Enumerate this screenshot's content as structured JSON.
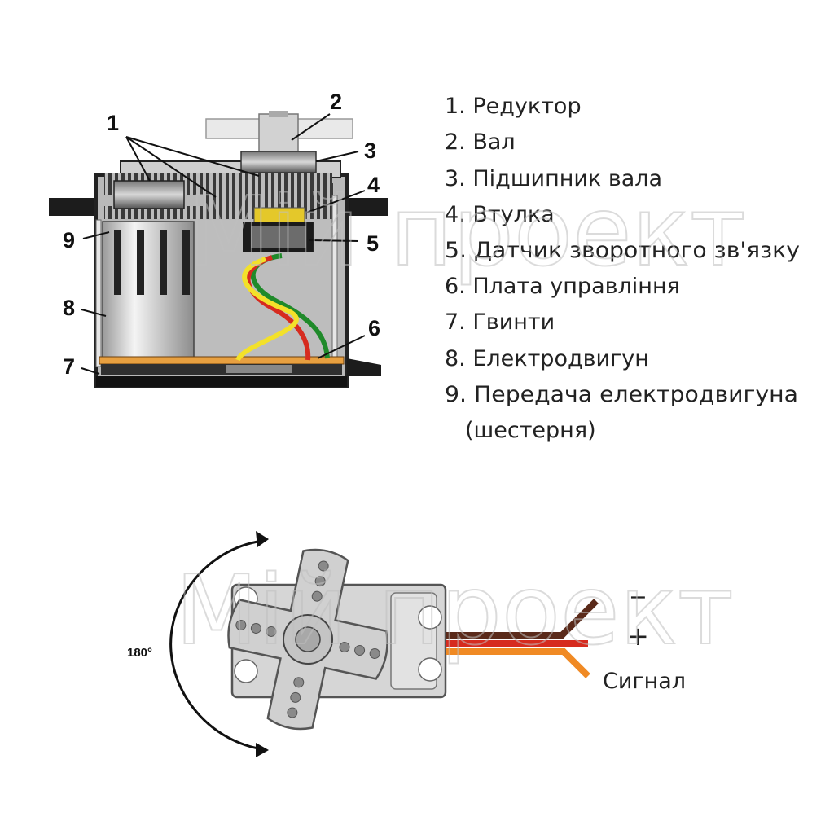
{
  "legend": {
    "items": [
      "1. Редуктор",
      "2. Вал",
      "3. Підшипник вала",
      "4. Втулка",
      "5. Датчик зворотного зв'язку",
      "6. Плата управління",
      "7. Гвинти",
      "8. Електродвигун",
      "9. Передача електродвигуна",
      "(шестерня)"
    ]
  },
  "callouts": [
    "1",
    "2",
    "3",
    "4",
    "5",
    "6",
    "7",
    "8",
    "9"
  ],
  "rotation": {
    "angle_label": "180°"
  },
  "wires": {
    "minus_label": "−",
    "plus_label": "+",
    "signal_label": "Сигнал"
  },
  "colors": {
    "wire_red": "#d62b1f",
    "wire_yellow": "#f3e12a",
    "wire_green": "#1f8a2a",
    "wire_brown": "#5a2a1a",
    "wire_orange": "#f08a24",
    "case_gray": "#c8c8c8",
    "board_orange": "#e8a040"
  },
  "watermark": [
    "Мій проект",
    "Мій проект"
  ]
}
